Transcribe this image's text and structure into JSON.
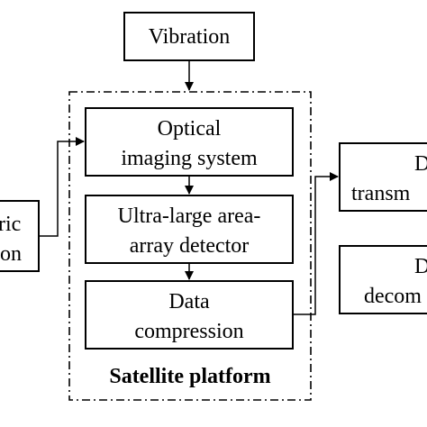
{
  "nodes": {
    "vibration": "Vibration",
    "optical_line1": "Optical",
    "optical_line2": "imaging system",
    "detector_line1": "Ultra-large area-",
    "detector_line2": "array detector",
    "compression_line1": "Data",
    "compression_line2": "compression",
    "left_line1": "ric",
    "left_line2": "on",
    "right_top_line1": "D",
    "right_top_line2": "transm",
    "right_bottom_line1": "D",
    "right_bottom_line2": "decom"
  },
  "group": {
    "label": "Satellite platform"
  }
}
